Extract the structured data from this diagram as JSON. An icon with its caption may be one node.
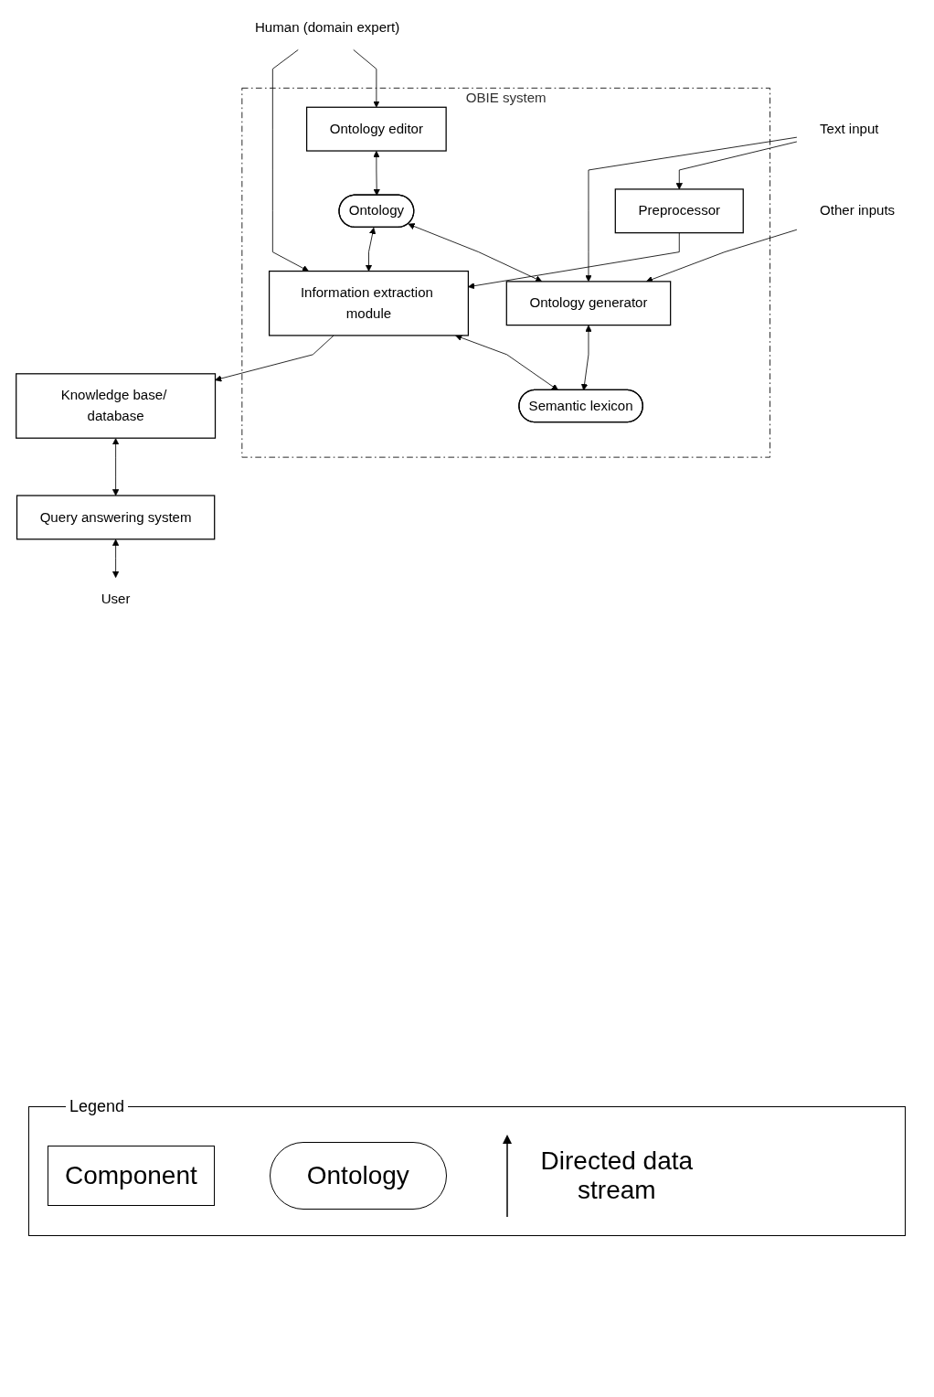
{
  "diagram": {
    "nodes": [
      {
        "text": [
          "Human (domain expert)"
        ]
      },
      {
        "text": [
          "OBIE system"
        ]
      },
      {
        "text": [
          "Ontology editor"
        ],
        "in": 1
      },
      {
        "text": [
          "Ontology"
        ],
        "in": 1
      },
      {
        "text": [
          "Ontology generator"
        ],
        "in": 1
      },
      {
        "text": [
          "Information extraction module"
        ],
        "in": 1
      },
      {
        "text": [
          "Semantic lexicon"
        ],
        "in": 1
      },
      {
        "text": [
          "Preprocessor"
        ],
        "in": 1
      },
      {
        "text": [
          "Text input"
        ]
      },
      {
        "text": [
          "Other inputs"
        ]
      },
      {
        "text": [
          "Knowledge base/ database"
        ]
      },
      {
        "text": [
          "Query answering system"
        ]
      },
      {
        "text": [
          "User"
        ]
      }
    ],
    "edges": [
      {
        "from": 0,
        "to": 2,
        "arrow": "to"
      },
      {
        "from": 0,
        "to": 5,
        "arrow": "to"
      },
      {
        "from": 2,
        "to": 3,
        "arrow": "both"
      },
      {
        "from": 3,
        "to": 4,
        "arrow": "both"
      },
      {
        "from": 3,
        "to": 5,
        "arrow": "both"
      },
      {
        "from": 4,
        "to": 6,
        "arrow": "both"
      },
      {
        "from": 5,
        "to": 6,
        "arrow": "both"
      },
      {
        "from": 7,
        "to": 5,
        "arrow": "to"
      },
      {
        "from": 8,
        "to": 7,
        "arrow": "to"
      },
      {
        "from": 8,
        "to": 4,
        "arrow": "to"
      },
      {
        "from": 9,
        "to": 4,
        "arrow": "to"
      },
      {
        "from": 5,
        "to": 10,
        "arrow": "to"
      },
      {
        "from": 10,
        "to": 11,
        "arrow": "both"
      },
      {
        "from": 11,
        "to": 12,
        "arrow": "both"
      }
    ],
    "labels": [
      "Legend"
    ],
    "legend": [
      {
        "text": "Component"
      },
      {
        "text": "Ontology"
      },
      {
        "text": "Directed data stream"
      }
    ]
  }
}
